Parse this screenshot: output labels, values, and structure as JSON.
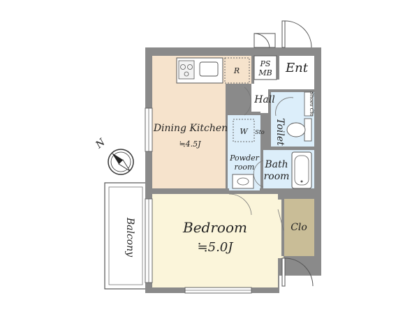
{
  "floor_plan": {
    "rooms": {
      "dining_kitchen": {
        "name": "Dining Kitchen",
        "size": "≒4.5J"
      },
      "bedroom": {
        "name": "Bedroom",
        "size": "≒5.0J"
      },
      "entrance": {
        "name": "Ent"
      },
      "ps_mb": {
        "line1": "PS",
        "line2": "MB"
      },
      "hall": {
        "name": "Hall"
      },
      "toilet": {
        "name": "Toilet"
      },
      "shoe_closet": {
        "name": "Shoes Clo"
      },
      "powder_room": {
        "line1": "Powder",
        "line2": "room"
      },
      "bath_room": {
        "line1": "Bath",
        "line2": "room"
      },
      "closet": {
        "name": "Clo"
      },
      "balcony": {
        "name": "Balcony"
      }
    },
    "fixtures": {
      "refrigerator": "R",
      "washer": "W",
      "storage": "Sto"
    },
    "compass": {
      "label": "N"
    },
    "colors": {
      "wall": "#8a8a8a",
      "kitchen_floor": "#f6e3cc",
      "bedroom_floor": "#fbf5da",
      "wet_floor": "#dceefa",
      "closet_floor": "#c9bd97"
    }
  }
}
